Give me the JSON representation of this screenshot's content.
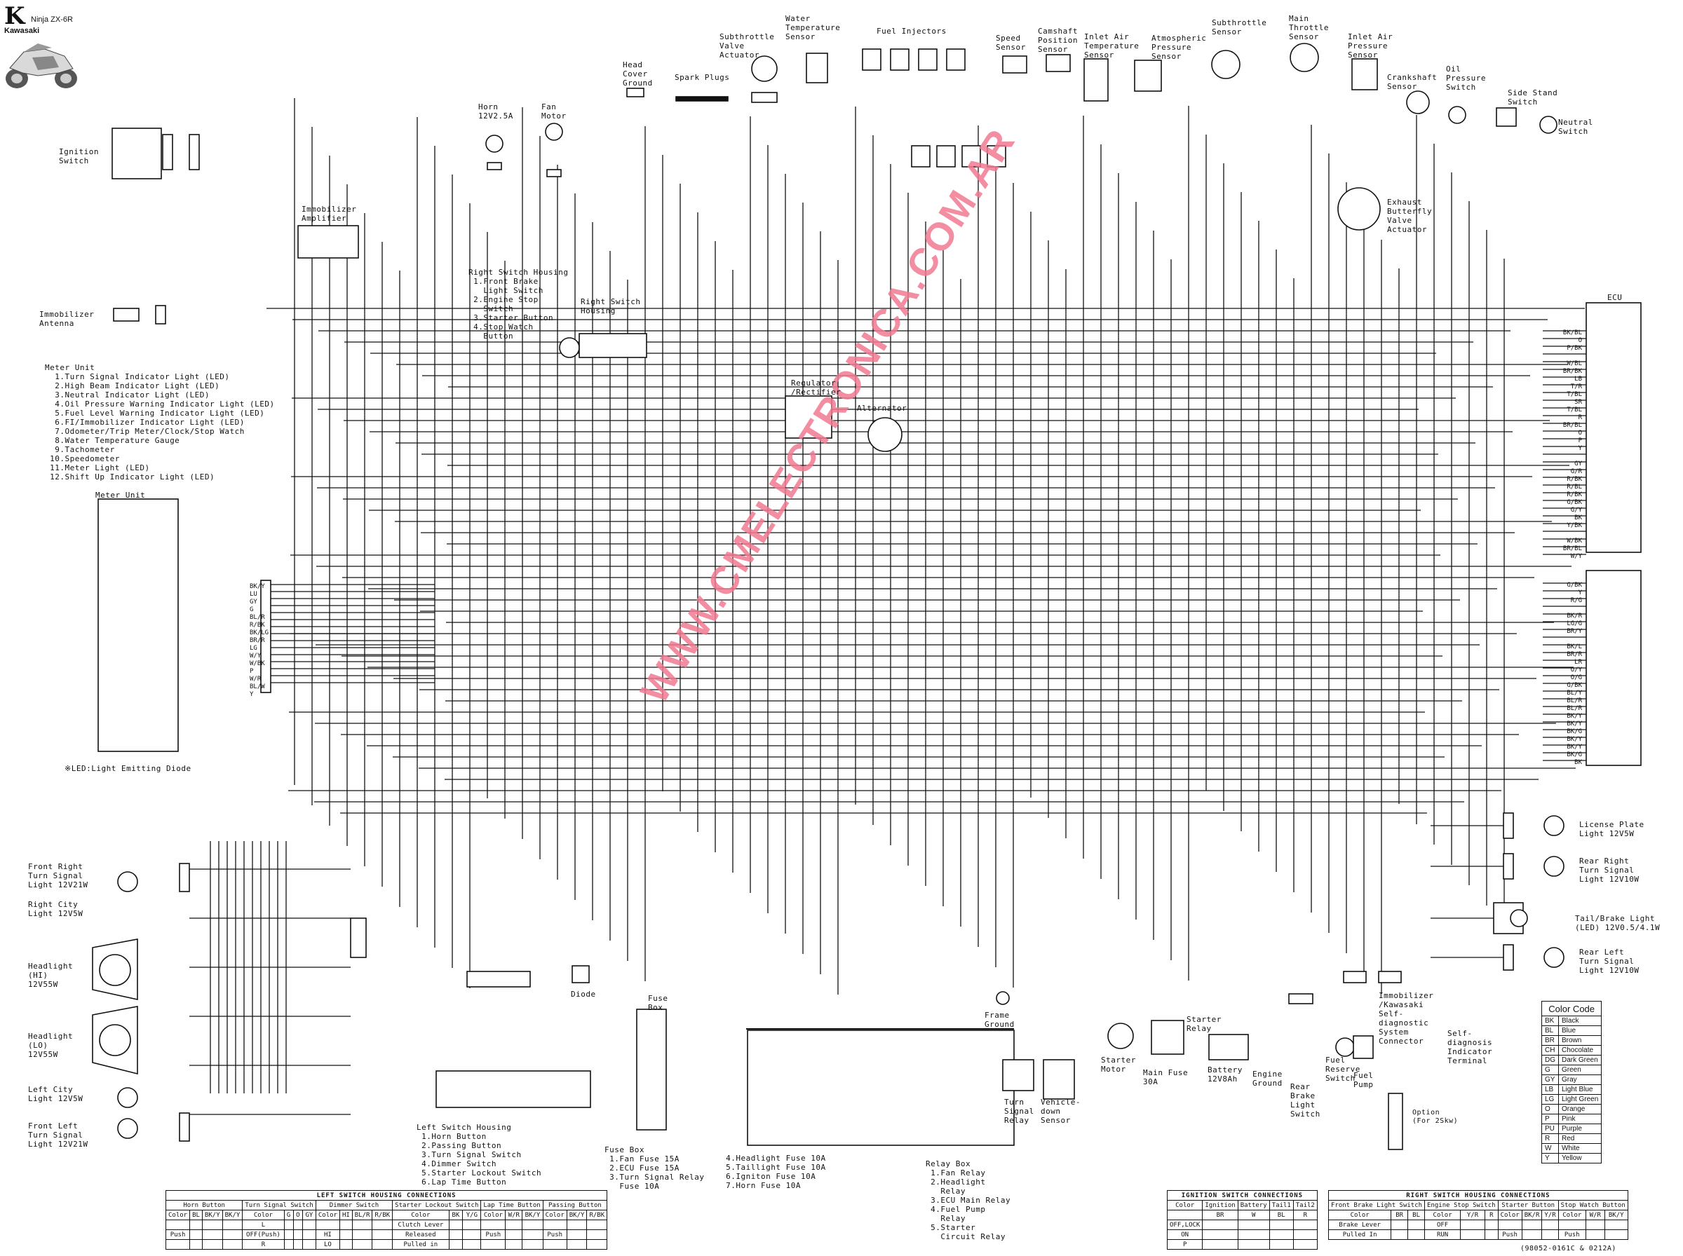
{
  "header": {
    "brand_letter": "K",
    "brand_name": "Kawasaki",
    "model": "Ninja ZX-6R"
  },
  "watermark": "WWW.CMELECTRONICA.COM.AR",
  "components": {
    "ignition_switch": "Ignition\nSwitch",
    "immobilizer_amplifier": "Immobilizer\nAmplifier",
    "immobilizer_antenna": "Immobilizer\nAntenna",
    "horn": "Horn\n12V2.5A",
    "fan_motor": "Fan\nMotor",
    "head_cover_ground": "Head\nCover\nGround",
    "spark_plugs": "Spark Plugs",
    "subthrottle_valve_actuator": "Subthrottle\nValve\nActuator",
    "water_temperature_sensor": "Water\nTemperature\nSensor",
    "fuel_injectors": "Fuel Injectors",
    "speed_sensor": "Speed\nSensor",
    "camshaft_position_sensor": "Camshaft\nPosition\nSensor",
    "inlet_air_temperature_sensor": "Inlet Air\nTemperature\nSensor",
    "atmospheric_pressure_sensor": "Atmospheric\nPressure\nSensor",
    "subthrottle_sensor": "Subthrottle\nSensor",
    "main_throttle_sensor": "Main\nThrottle\nSensor",
    "inlet_air_pressure_sensor": "Inlet Air\nPressure\nSensor",
    "crankshaft_sensor": "Crankshaft\nSensor",
    "oil_pressure_switch": "Oil\nPressure\nSwitch",
    "side_stand_switch": "Side Stand\nSwitch",
    "neutral_switch": "Neutral\nSwitch",
    "exhaust_butterfly_valve_actuator": "Exhaust\nButterfly\nValve\nActuator",
    "ecu": "ECU",
    "right_switch_housing_legend": "Right Switch Housing\n 1.Front Brake\n   Light Switch\n 2.Engine Stop\n   Switch\n 3.Starter Button\n 4.Stop Watch\n   Button",
    "right_switch_housing": "Right Switch\nHousing",
    "regulator_rectifier": "Regulator\n/Rectifier",
    "alternator": "Alternator",
    "meter_unit_legend": "Meter Unit\n  1.Turn Signal Indicator Light (LED)\n  2.High Beam Indicator Light (LED)\n  3.Neutral Indicator Light (LED)\n  4.Oil Pressure Warning Indicator Light (LED)\n  5.Fuel Level Warning Indicator Light (LED)\n  6.FI/Immobilizer Indicator Light (LED)\n  7.Odometer/Trip Meter/Clock/Stop Watch\n  8.Water Temperature Gauge\n  9.Tachometer\n 10.Speedometer\n 11.Meter Light (LED)\n 12.Shift Up Indicator Light (LED)",
    "meter_unit": "Meter Unit",
    "led_note": "※LED:Light Emitting Diode",
    "front_right_turn": "Front Right\nTurn Signal\nLight 12V21W",
    "right_city": "Right City\nLight 12V5W",
    "headlight_hi": "Headlight\n(HI)\n12V55W",
    "headlight_lo": "Headlight\n(LO)\n12V55W",
    "left_city": "Left City\nLight 12V5W",
    "front_left_turn": "Front Left\nTurn Signal\nLight 12V21W",
    "left_switch_housing_legend": "Left Switch Housing\n 1.Horn Button\n 2.Passing Button\n 3.Turn Signal Switch\n 4.Dimmer Switch\n 5.Starter Lockout Switch\n 6.Lap Time Button",
    "diode": "Diode",
    "fuse_box": "Fuse\nBox",
    "fuse_box_legend_a": "Fuse Box\n 1.Fan Fuse 15A\n 2.ECU Fuse 15A\n 3.Turn Signal Relay\n   Fuse 10A",
    "fuse_box_legend_b": " 4.Headlight Fuse 10A\n 5.Taillight Fuse 10A\n 6.Igniton Fuse 10A\n 7.Horn Fuse 10A",
    "relay_box_legend": "Relay Box\n 1.Fan Relay\n 2.Headlight\n   Relay\n 3.ECU Main Relay\n 4.Fuel Pump\n   Relay\n 5.Starter\n   Circuit Relay",
    "relay_box": "Relay Box",
    "frame_ground": "Frame\nGround",
    "turn_signal_relay": "Turn\nSignal\nRelay",
    "vehicle_down_sensor": "Vehicle-\ndown\nSensor",
    "starter_motor": "Starter\nMotor",
    "starter_relay": "Starter\nRelay",
    "main_fuse": "Main Fuse\n30A",
    "battery": "Battery\n12V8Ah",
    "engine_ground": "Engine\nGround",
    "fuel_reserve_switch": "Fuel\nReserve\nSwitch",
    "fuel_pump": "Fuel\nPump",
    "rear_brake_light_switch": "Rear\nBrake\nLight\nSwitch",
    "immobilizer_connector": "Immobilizer\n/Kawasaki\nSelf-\ndiagnostic\nSystem\nConnector",
    "self_diagnosis_terminal": "Self-\ndiagnosis\nIndicator\nTerminal",
    "option_note": "Option\n(For 2Skw)",
    "license_plate_light": "License Plate\nLight 12V5W",
    "rear_right_turn": "Rear Right\nTurn Signal\nLight 12V10W",
    "tail_brake_light": "Tail/Brake Light\n(LED) 12V0.5/4.1W",
    "rear_left_turn": "Rear Left\nTurn Signal\nLight 12V10W",
    "doc_code": "(98052-0161C & 0212A)"
  },
  "ecu_pins_upper": [
    "BK/BL",
    "O",
    "P/BK",
    "",
    "W/BL",
    "BR/BK",
    "LB",
    "T/R",
    "T/BL",
    "SR",
    "T/BL",
    "R",
    "BR/BL",
    "O",
    "P",
    "Y",
    "",
    "GY",
    "G/R",
    "R/BK",
    "R/BL",
    "R/BK",
    "G/BK",
    "G/Y",
    "BK",
    "Y/BK",
    "",
    "W/BK",
    "BR/BL",
    "W/Y"
  ],
  "ecu_pins_lower": [
    "G/BK",
    "Y",
    "R/G",
    "",
    "BK/R",
    "LG/G",
    "BR/Y",
    "",
    "BK/L",
    "BR/R",
    "LR",
    "O/Y",
    "O/G",
    "G/BK",
    "BL/Y",
    "BL/R",
    "BL/R",
    "BK/Y",
    "BK/Y",
    "BK/G",
    "BK/Y",
    "BK/Y",
    "BK/G",
    "BK"
  ],
  "meter_pins": [
    "BK/Y",
    "LU",
    "GY",
    "G",
    "BL/R",
    "R/BK",
    "BK/LG",
    "BR/R",
    "LG",
    "W/Y",
    "W/BK",
    "P",
    "W/R",
    "BL/W",
    "Y"
  ],
  "color_code": {
    "title": "Color Code",
    "rows": [
      [
        "BK",
        "Black"
      ],
      [
        "BL",
        "Blue"
      ],
      [
        "BR",
        "Brown"
      ],
      [
        "CH",
        "Chocolate"
      ],
      [
        "DG",
        "Dark Green"
      ],
      [
        "G",
        "Green"
      ],
      [
        "GY",
        "Gray"
      ],
      [
        "LB",
        "Light Blue"
      ],
      [
        "LG",
        "Light Green"
      ],
      [
        "O",
        "Orange"
      ],
      [
        "P",
        "Pink"
      ],
      [
        "PU",
        "Purple"
      ],
      [
        "R",
        "Red"
      ],
      [
        "W",
        "White"
      ],
      [
        "Y",
        "Yellow"
      ]
    ]
  },
  "left_switch_table": {
    "title": "LEFT SWITCH HOUSING CONNECTIONS",
    "groups": [
      "Horn Button",
      "Turn Signal Switch",
      "Dimmer Switch",
      "Starter Lockout Switch",
      "Lap Time Button",
      "Passing Button"
    ],
    "header": [
      "Color",
      "BL",
      "BK/Y",
      "BK/Y",
      "Color",
      "G",
      "O",
      "GY",
      "Color",
      "HI",
      "BL/R",
      "R/BK",
      "Color",
      "BK",
      "Y/G",
      "Color",
      "W/R",
      "BK/Y",
      "Color",
      "BK/Y",
      "R/BK"
    ],
    "row2": [
      "",
      "",
      "",
      "",
      "L",
      "",
      "",
      "",
      "",
      "",
      "",
      "",
      "Clutch Lever",
      "",
      "",
      "",
      "",
      "",
      "",
      "",
      ""
    ],
    "row3": [
      "Push",
      "",
      "",
      "",
      "OFF(Push)",
      "",
      "",
      "",
      "HI",
      "",
      "",
      "",
      "Released",
      "",
      "",
      "Push",
      "",
      "",
      "Push",
      "",
      ""
    ],
    "row4": [
      "",
      "",
      "",
      "",
      "R",
      "",
      "",
      "",
      "LO",
      "",
      "",
      "",
      "Pulled in",
      "",
      "",
      "",
      "",
      "",
      "",
      "",
      ""
    ]
  },
  "ignition_table": {
    "title": "IGNITION SWITCH CONNECTIONS",
    "header": [
      "Color",
      "Ignition",
      "Battery",
      "Tail1",
      "Tail2"
    ],
    "sub": [
      "",
      "BR",
      "W",
      "BL",
      "R"
    ],
    "rows": [
      [
        "OFF,LOCK",
        "",
        "",
        "",
        ""
      ],
      [
        "ON",
        "",
        "",
        "",
        ""
      ],
      [
        "P",
        "",
        "",
        "",
        ""
      ]
    ]
  },
  "right_switch_table": {
    "title": "RIGHT SWITCH HOUSING CONNECTIONS",
    "groups": [
      "Front Brake Light Switch",
      "Engine Stop Switch",
      "Starter Button",
      "Stop Watch Button"
    ],
    "header": [
      "Color",
      "BR",
      "BL",
      "Color",
      "Y/R",
      "R",
      "Color",
      "BK/R",
      "Y/R",
      "Color",
      "W/R",
      "BK/Y"
    ],
    "row2": [
      "Brake Lever",
      "",
      "",
      "OFF",
      "",
      "",
      "",
      "",
      "",
      "",
      "",
      ""
    ],
    "row3": [
      "Pulled In",
      "",
      "",
      "RUN",
      "",
      "",
      "Push",
      "",
      "",
      "Push",
      "",
      ""
    ]
  }
}
